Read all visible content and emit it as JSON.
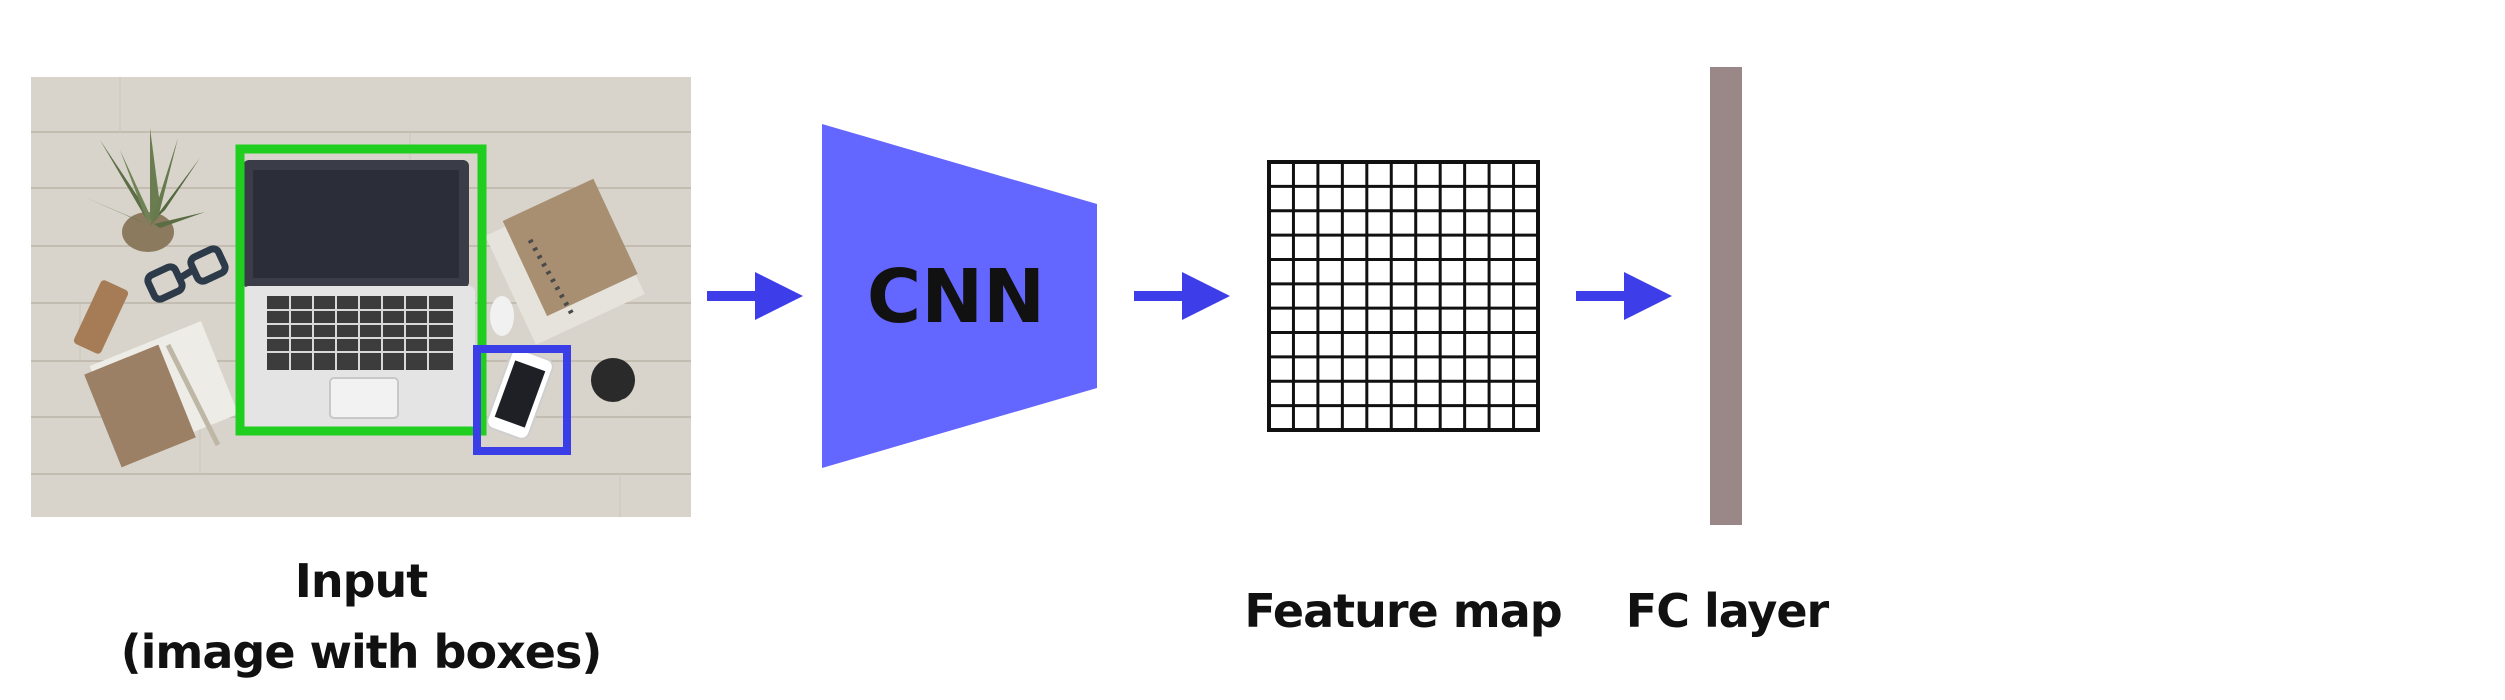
{
  "input": {
    "label_line1": "Input",
    "label_line2": "(image with boxes)",
    "box_colors": {
      "laptop": "#1fce1f",
      "phone": "#3a3ee6"
    }
  },
  "cnn": {
    "label": "CNN",
    "color": "#6366ff"
  },
  "feature_map": {
    "label": "Feature map",
    "grid_rows": 11,
    "grid_cols": 11
  },
  "fc_layer": {
    "label": "FC layer",
    "color": "#9a8888"
  },
  "arrow_color": "#3d3dea"
}
